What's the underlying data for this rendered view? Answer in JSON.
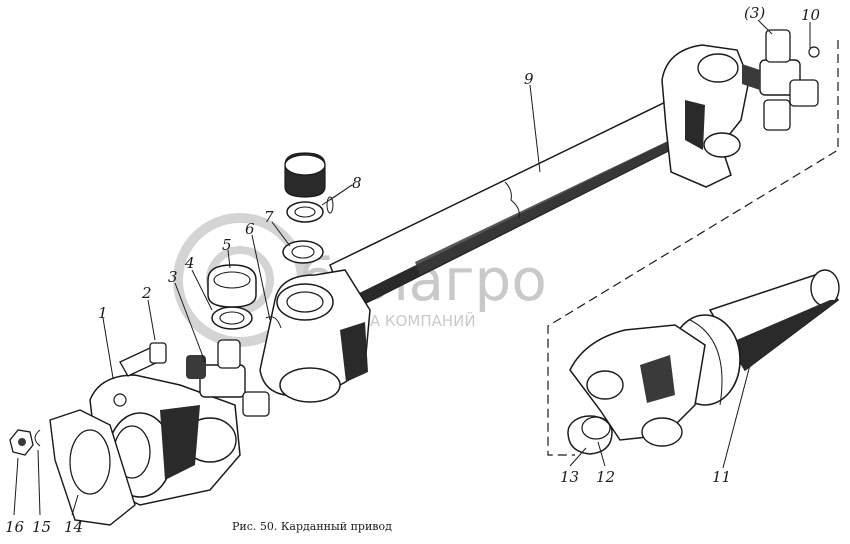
{
  "caption": "Рис. 50. Карданный привод",
  "watermark": {
    "brand": "белагро",
    "subtitle": "ГРУППА КОМПАНИЙ"
  },
  "part_labels": [
    "1",
    "2",
    "3",
    "4",
    "5",
    "6",
    "7",
    "8",
    "9",
    "(3)",
    "10",
    "11",
    "12",
    "13",
    "14",
    "15",
    "16"
  ],
  "colors": {
    "ink": "#1a1a1a",
    "shade": "#3a3a3a",
    "paper": "#ffffff",
    "watermark": "#c9c9c9"
  }
}
